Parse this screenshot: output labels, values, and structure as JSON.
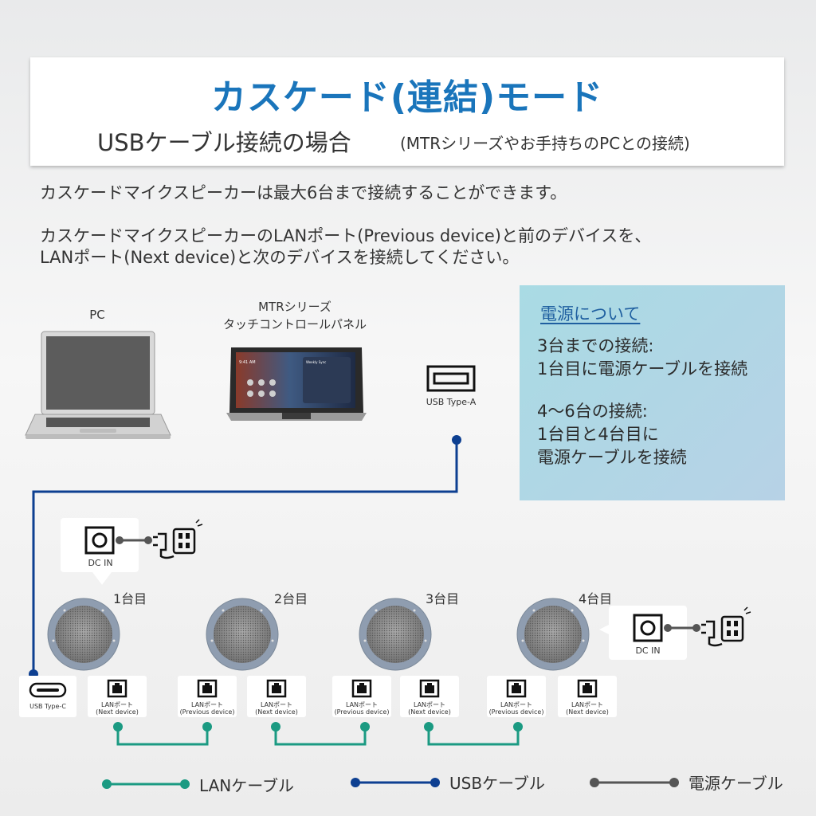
{
  "header": {
    "title": "カスケード(連結)モード",
    "subtitle": "USBケーブル接続の場合",
    "subtitle_note": "(MTRシリーズやお手持ちのPCとの接続)"
  },
  "description": {
    "line1": "カスケードマイクスピーカーは最大6台まで接続することができます。",
    "line2": "カスケードマイクスピーカーのLANポート(Previous device)と前のデバイスを、",
    "line3": "LANポート(Next device)と次のデバイスを接続してください。"
  },
  "devices": {
    "pc_label": "PC",
    "mtr_label_line1": "MTRシリーズ",
    "mtr_label_line2": "タッチコントロールパネル",
    "usb_type_a_label": "USB Type-A"
  },
  "tablet_screen": {
    "time": "9:41 AM",
    "panel_title": "Weekly Sync"
  },
  "power_info": {
    "heading": "電源について",
    "case1_line1": "3台までの接続:",
    "case1_line2": "1台目に電源ケーブルを接続",
    "case2_line1": "4〜6台の接続:",
    "case2_line2": "1台目と4台目に",
    "case2_line3": "電源ケーブルを接続"
  },
  "units": [
    {
      "label": "1台目"
    },
    {
      "label": "2台目"
    },
    {
      "label": "3台目"
    },
    {
      "label": "4台目"
    }
  ],
  "dc_in_label": "DC IN",
  "ports": {
    "usb_type_c": "USB Type-C",
    "lan_port": "LANポート",
    "next": "(Next device)",
    "previous": "(Previous device)"
  },
  "legend": {
    "lan": "LANケーブル",
    "usb": "USBケーブル",
    "power": "電源ケーブル"
  },
  "colors": {
    "title_blue": "#1a75bb",
    "lan_cable": "#1b9a82",
    "usb_cable": "#0d3f91",
    "power_cable": "#555555",
    "power_box_bg": "#afd6e5"
  }
}
